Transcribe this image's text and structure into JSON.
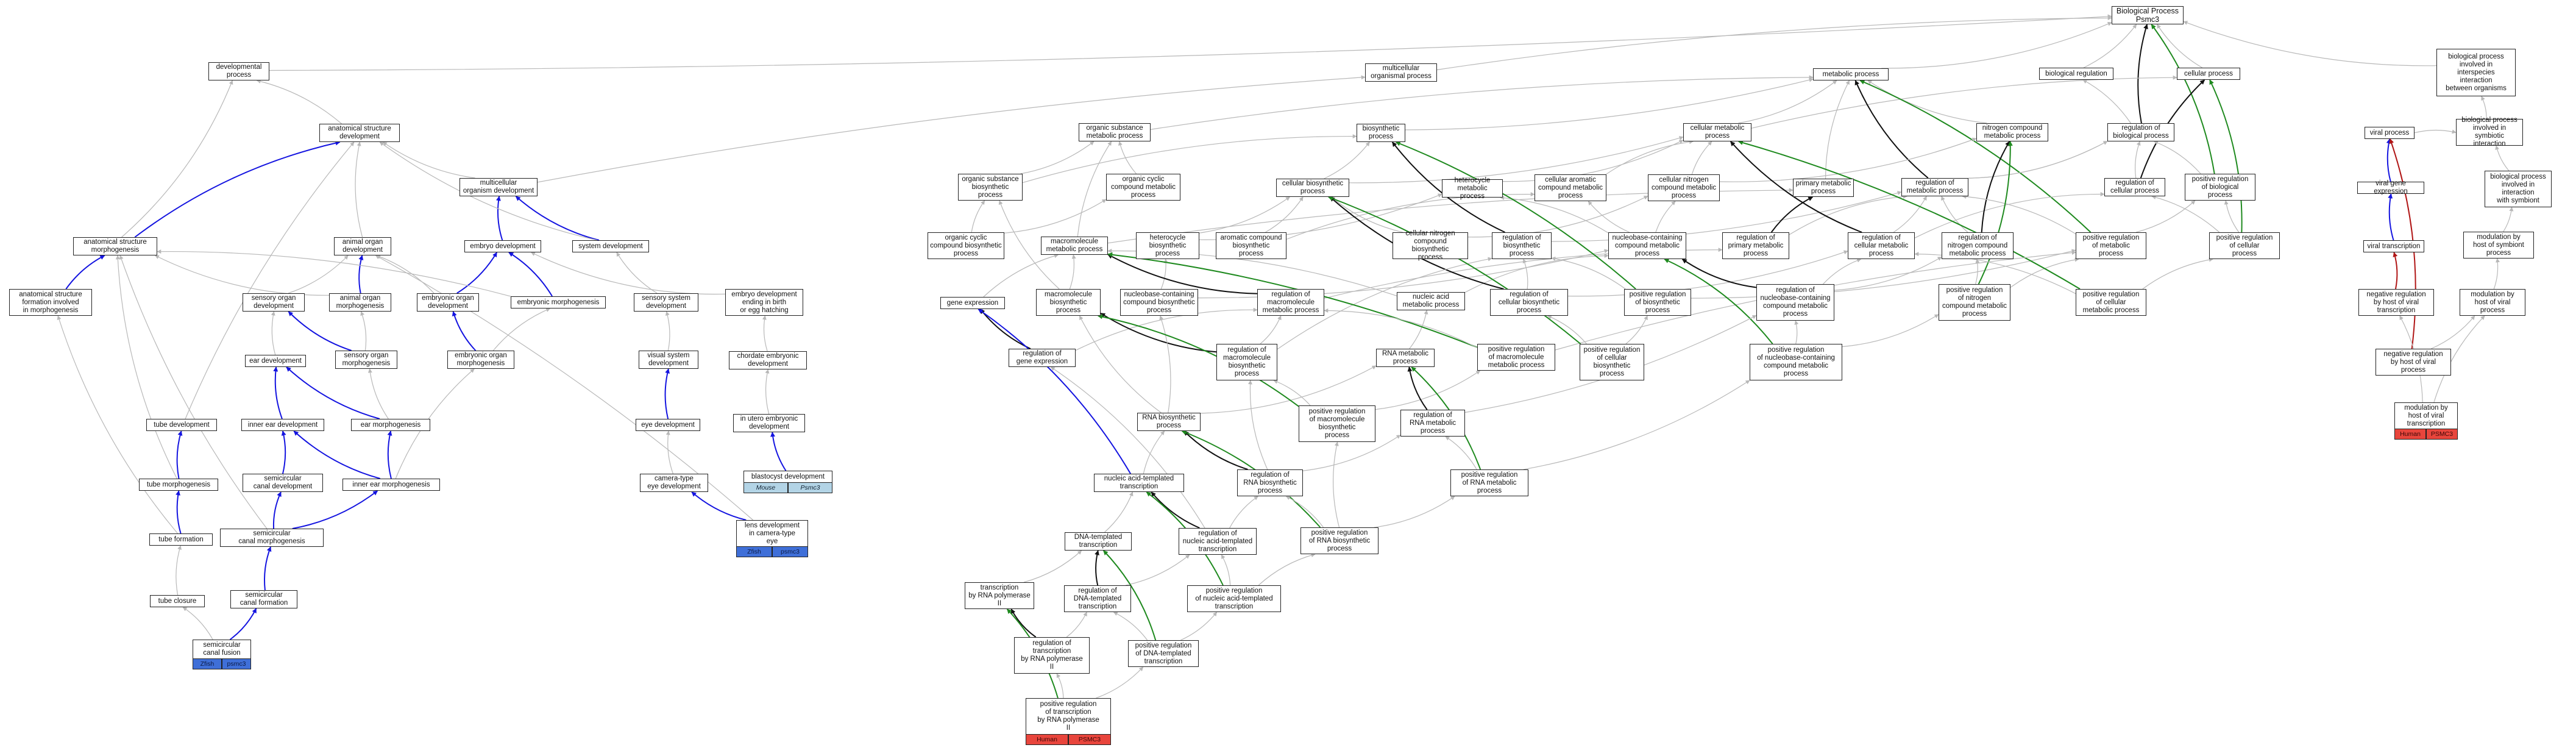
{
  "nodes": {
    "bp_psmc3": "Biological Process\nPsmc3",
    "developmental_process": "developmental\nprocess",
    "multicellular_organismal_process": "multicellular\norganismal process",
    "metabolic_process": "metabolic process",
    "biological_regulation": "biological regulation",
    "cellular_process": "cellular process",
    "interspecies_interaction": "biological process\ninvolved in\ninterspecies\ninteraction\nbetween organisms",
    "anatomical_structure_development": "anatomical structure\ndevelopment",
    "organic_substance_metabolic_process": "organic substance\nmetabolic process",
    "biosynthetic_process": "biosynthetic\nprocess",
    "cellular_metabolic_process": "cellular metabolic\nprocess",
    "nitrogen_compound_metabolic_process": "nitrogen compound\nmetabolic process",
    "regulation_of_biological_process": "regulation of\nbiological process",
    "viral_process": "viral process",
    "symbiotic_interaction": "biological process\ninvolved in\nsymbiotic interaction",
    "multicellular_organism_development": "multicellular\norganism development",
    "organic_substance_biosynthetic_process": "organic substance\nbiosynthetic\nprocess",
    "organic_cyclic_compound_metabolic_process": "organic cyclic\ncompound metabolic\nprocess",
    "cellular_biosynthetic_process": "cellular biosynthetic\nprocess",
    "heterocycle_metabolic_process": "heterocycle\nmetabolic process",
    "cellular_aromatic_compound_metabolic_process": "cellular aromatic\ncompound metabolic\nprocess",
    "cellular_nitrogen_compound_metabolic_process": "cellular nitrogen\ncompound metabolic\nprocess",
    "primary_metabolic_process": "primary metabolic\nprocess",
    "regulation_of_metabolic_process": "regulation of\nmetabolic process",
    "regulation_of_cellular_process": "regulation of\ncellular process",
    "positive_regulation_of_biological_process": "positive regulation\nof biological\nprocess",
    "viral_gene_expression": "viral gene expression",
    "interaction_with_symbiont": "biological process\ninvolved in\ninteraction\nwith symbiont",
    "anatomical_structure_morphogenesis": "anatomical structure\nmorphogenesis",
    "animal_organ_development": "animal organ\ndevelopment",
    "embryo_development": "embryo development",
    "system_development": "system development",
    "organic_cyclic_compound_biosynthetic_process": "organic cyclic\ncompound biosynthetic\nprocess",
    "macromolecule_metabolic_process": "macromolecule\nmetabolic process",
    "heterocycle_biosynthetic_process": "heterocycle\nbiosynthetic\nprocess",
    "aromatic_compound_biosynthetic_process": "aromatic compound\nbiosynthetic\nprocess",
    "cellular_nitrogen_compound_biosynthetic_process": "cellular nitrogen\ncompound biosynthetic\nprocess",
    "regulation_of_biosynthetic_process": "regulation of\nbiosynthetic\nprocess",
    "nucleobase_containing_compound_metabolic_process": "nucleobase-containing\ncompound metabolic\nprocess",
    "regulation_of_primary_metabolic_process": "regulation of\nprimary metabolic\nprocess",
    "regulation_of_cellular_metabolic_process": "regulation of\ncellular metabolic\nprocess",
    "regulation_of_nitrogen_compound_metabolic_process": "regulation of\nnitrogen compound\nmetabolic process",
    "positive_regulation_of_metabolic_process": "positive regulation\nof metabolic\nprocess",
    "positive_regulation_of_cellular_process": "positive regulation\nof cellular\nprocess",
    "viral_transcription": "viral transcription",
    "modulation_by_host_of_symbiont_process": "modulation by\nhost of symbiont\nprocess",
    "anatomical_structure_formation_involved_in_morphogenesis": "anatomical structure\nformation involved\nin morphogenesis",
    "sensory_organ_development": "sensory organ\ndevelopment",
    "animal_organ_morphogenesis": "animal organ\nmorphogenesis",
    "embryonic_organ_development": "embryonic organ\ndevelopment",
    "embryonic_morphogenesis": "embryonic morphogenesis",
    "sensory_system_development": "sensory system\ndevelopment",
    "embryo_development_ending_in_birth": "embryo development\nending in birth\nor egg hatching",
    "gene_expression": "gene expression",
    "macromolecule_biosynthetic_process": "macromolecule\nbiosynthetic\nprocess",
    "nucleobase_containing_compound_biosynthetic_process": "nucleobase-containing\ncompound biosynthetic\nprocess",
    "regulation_of_macromolecule_metabolic_process": "regulation of\nmacromolecule\nmetabolic process",
    "nucleic_acid_metabolic_process": "nucleic acid\nmetabolic process",
    "regulation_of_cellular_biosynthetic_process": "regulation of\ncellular biosynthetic\nprocess",
    "positive_regulation_of_biosynthetic_process": "positive regulation\nof biosynthetic\nprocess",
    "regulation_of_nucleobase_containing_compound_metabolic_process": "regulation of\nnucleobase-containing\ncompound metabolic\nprocess",
    "positive_regulation_of_nitrogen_compound_metabolic_process": "positive regulation\nof nitrogen\ncompound metabolic\nprocess",
    "positive_regulation_of_cellular_metabolic_process": "positive regulation\nof cellular\nmetabolic process",
    "negative_regulation_by_host_of_viral_transcription": "negative regulation\nby host of viral\ntranscription",
    "modulation_by_host_of_viral_process": "modulation by\nhost of viral\nprocess",
    "ear_development": "ear development",
    "sensory_organ_morphogenesis": "sensory organ\nmorphogenesis",
    "embryonic_organ_morphogenesis": "embryonic organ\nmorphogenesis",
    "visual_system_development": "visual system\ndevelopment",
    "chordate_embryonic_development": "chordate embryonic\ndevelopment",
    "regulation_of_gene_expression": "regulation of\ngene expression",
    "regulation_of_macromolecule_biosynthetic_process": "regulation of\nmacromolecule\nbiosynthetic\nprocess",
    "rna_metabolic_process": "RNA metabolic\nprocess",
    "positive_regulation_of_macromolecule_metabolic_process": "positive regulation\nof macromolecule\nmetabolic process",
    "positive_regulation_of_cellular_biosynthetic_process": "positive regulation\nof cellular\nbiosynthetic\nprocess",
    "positive_regulation_of_nucleobase_containing_compound_metabolic_process": "positive regulation\nof nucleobase-containing\ncompound metabolic\nprocess",
    "negative_regulation_by_host_of_viral_process": "negative regulation\nby host of viral\nprocess",
    "tube_development": "tube development",
    "inner_ear_development": "inner ear development",
    "ear_morphogenesis": "ear morphogenesis",
    "eye_development": "eye development",
    "in_utero_embryonic_development": "in utero embryonic\ndevelopment",
    "rna_biosynthetic_process": "RNA biosynthetic\nprocess",
    "positive_regulation_of_macromolecule_biosynthetic_process": "positive regulation\nof macromolecule\nbiosynthetic\nprocess",
    "regulation_of_rna_metabolic_process": "regulation of\nRNA metabolic\nprocess",
    "modulation_by_host_of_viral_transcription": "modulation by\nhost of viral\ntranscription",
    "tube_morphogenesis": "tube morphogenesis",
    "semicircular_canal_development": "semicircular\ncanal development",
    "inner_ear_morphogenesis": "inner ear morphogenesis",
    "blastocyst_development": "blastocyst development",
    "camera_type_eye_development": "camera-type\neye development",
    "nucleic_acid_templated_transcription": "nucleic acid-templated\ntranscription",
    "regulation_of_rna_biosynthetic_process": "regulation of\nRNA biosynthetic\nprocess",
    "positive_regulation_of_rna_metabolic_process": "positive regulation\nof RNA metabolic process",
    "tube_formation": "tube formation",
    "semicircular_canal_morphogenesis": "semicircular\ncanal morphogenesis",
    "lens_development_in_camera_type_eye": "lens development\nin camera-type\neye",
    "dna_templated_transcription": "DNA-templated\ntranscription",
    "regulation_of_nucleic_acid_templated_transcription": "regulation of\nnucleic acid-templated\ntranscription",
    "positive_regulation_of_rna_biosynthetic_process": "positive regulation\nof RNA biosynthetic\nprocess",
    "tube_closure": "tube closure",
    "semicircular_canal_formation": "semicircular\ncanal formation",
    "transcription_by_rna_polymerase_ii": "transcription\nby RNA polymerase\nII",
    "regulation_of_dna_templated_transcription": "regulation of\nDNA-templated\ntranscription",
    "positive_regulation_of_nucleic_acid_templated_transcription": "positive regulation\nof nucleic acid-templated\ntranscription",
    "semicircular_canal_fusion": "semicircular\ncanal fusion",
    "regulation_of_transcription_by_rna_polymerase_ii": "regulation of\ntranscription\nby RNA polymerase\nII",
    "positive_regulation_of_dna_templated_transcription": "positive regulation\nof DNA-templated\ntranscription",
    "positive_regulation_of_transcription_by_rna_polymerase_ii": "positive regulation\nof transcription\nby RNA polymerase\nII"
  },
  "annotations": {
    "semicircular_canal_fusion": {
      "species": "Zfish",
      "gene": "psmc3",
      "color": "#3f6fd8"
    },
    "lens_development_in_camera_type_eye": {
      "species": "Zfish",
      "gene": "psmc3",
      "color": "#3f6fd8"
    },
    "blastocyst_development": {
      "species": "Mouse",
      "gene": "Psmc3",
      "color": "#b3d4e6"
    },
    "positive_regulation_of_transcription_by_rna_polymerase_ii": {
      "species": "Human",
      "gene": "PSMC3",
      "color": "#e8453c"
    },
    "modulation_by_host_of_viral_transcription": {
      "species": "Human",
      "gene": "PSMC3",
      "color": "#e8453c"
    }
  },
  "edge_colors": {
    "is_a": "#b8b8b8",
    "part_of": "#1414e0",
    "regulates": "#111111",
    "positively_regulates": "#1f8a1f",
    "negatively_regulates": "#b01515"
  }
}
